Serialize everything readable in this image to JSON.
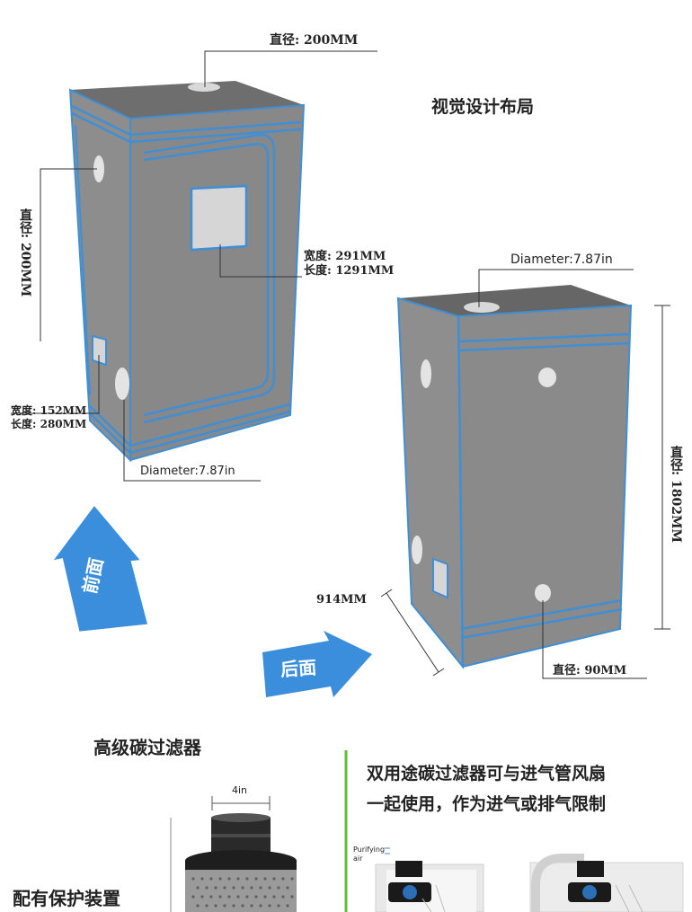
{
  "title": "视觉设计布局",
  "front_view": {
    "top_vent_label": "直径: 200MM",
    "side_vent_label": "直径: 200MM",
    "window_width": "宽度: 291MM",
    "window_length": "长度: 1291MM",
    "small_window_width": "宽度: 152MM",
    "small_window_length": "长度: 280MM",
    "bottom_vent_label": "Diameter:7.87in",
    "arrow_label": "前面"
  },
  "back_view": {
    "top_vent_label": "Diameter:7.87in",
    "height_label": "直径: 1802MM",
    "depth_label": "914MM",
    "bottom_vent_label": "直径: 90MM",
    "arrow_label": "后面"
  },
  "filter_section": {
    "heading": "高级碳过滤器",
    "size_label": "4in",
    "protection_label": "配有保护装置"
  },
  "usage_section": {
    "line1": "双用途碳过滤器可与进气管风扇",
    "line2": "一起使用，作为进气或排气限制",
    "diagram_label": "Purifying air"
  },
  "colors": {
    "tent_gray": "#8a8a8a",
    "tent_top": "#6b6b6b",
    "blue_trim": "#3f8fd6",
    "arrow_blue": "#3a8edc",
    "divider_green": "#5cbf3a"
  }
}
